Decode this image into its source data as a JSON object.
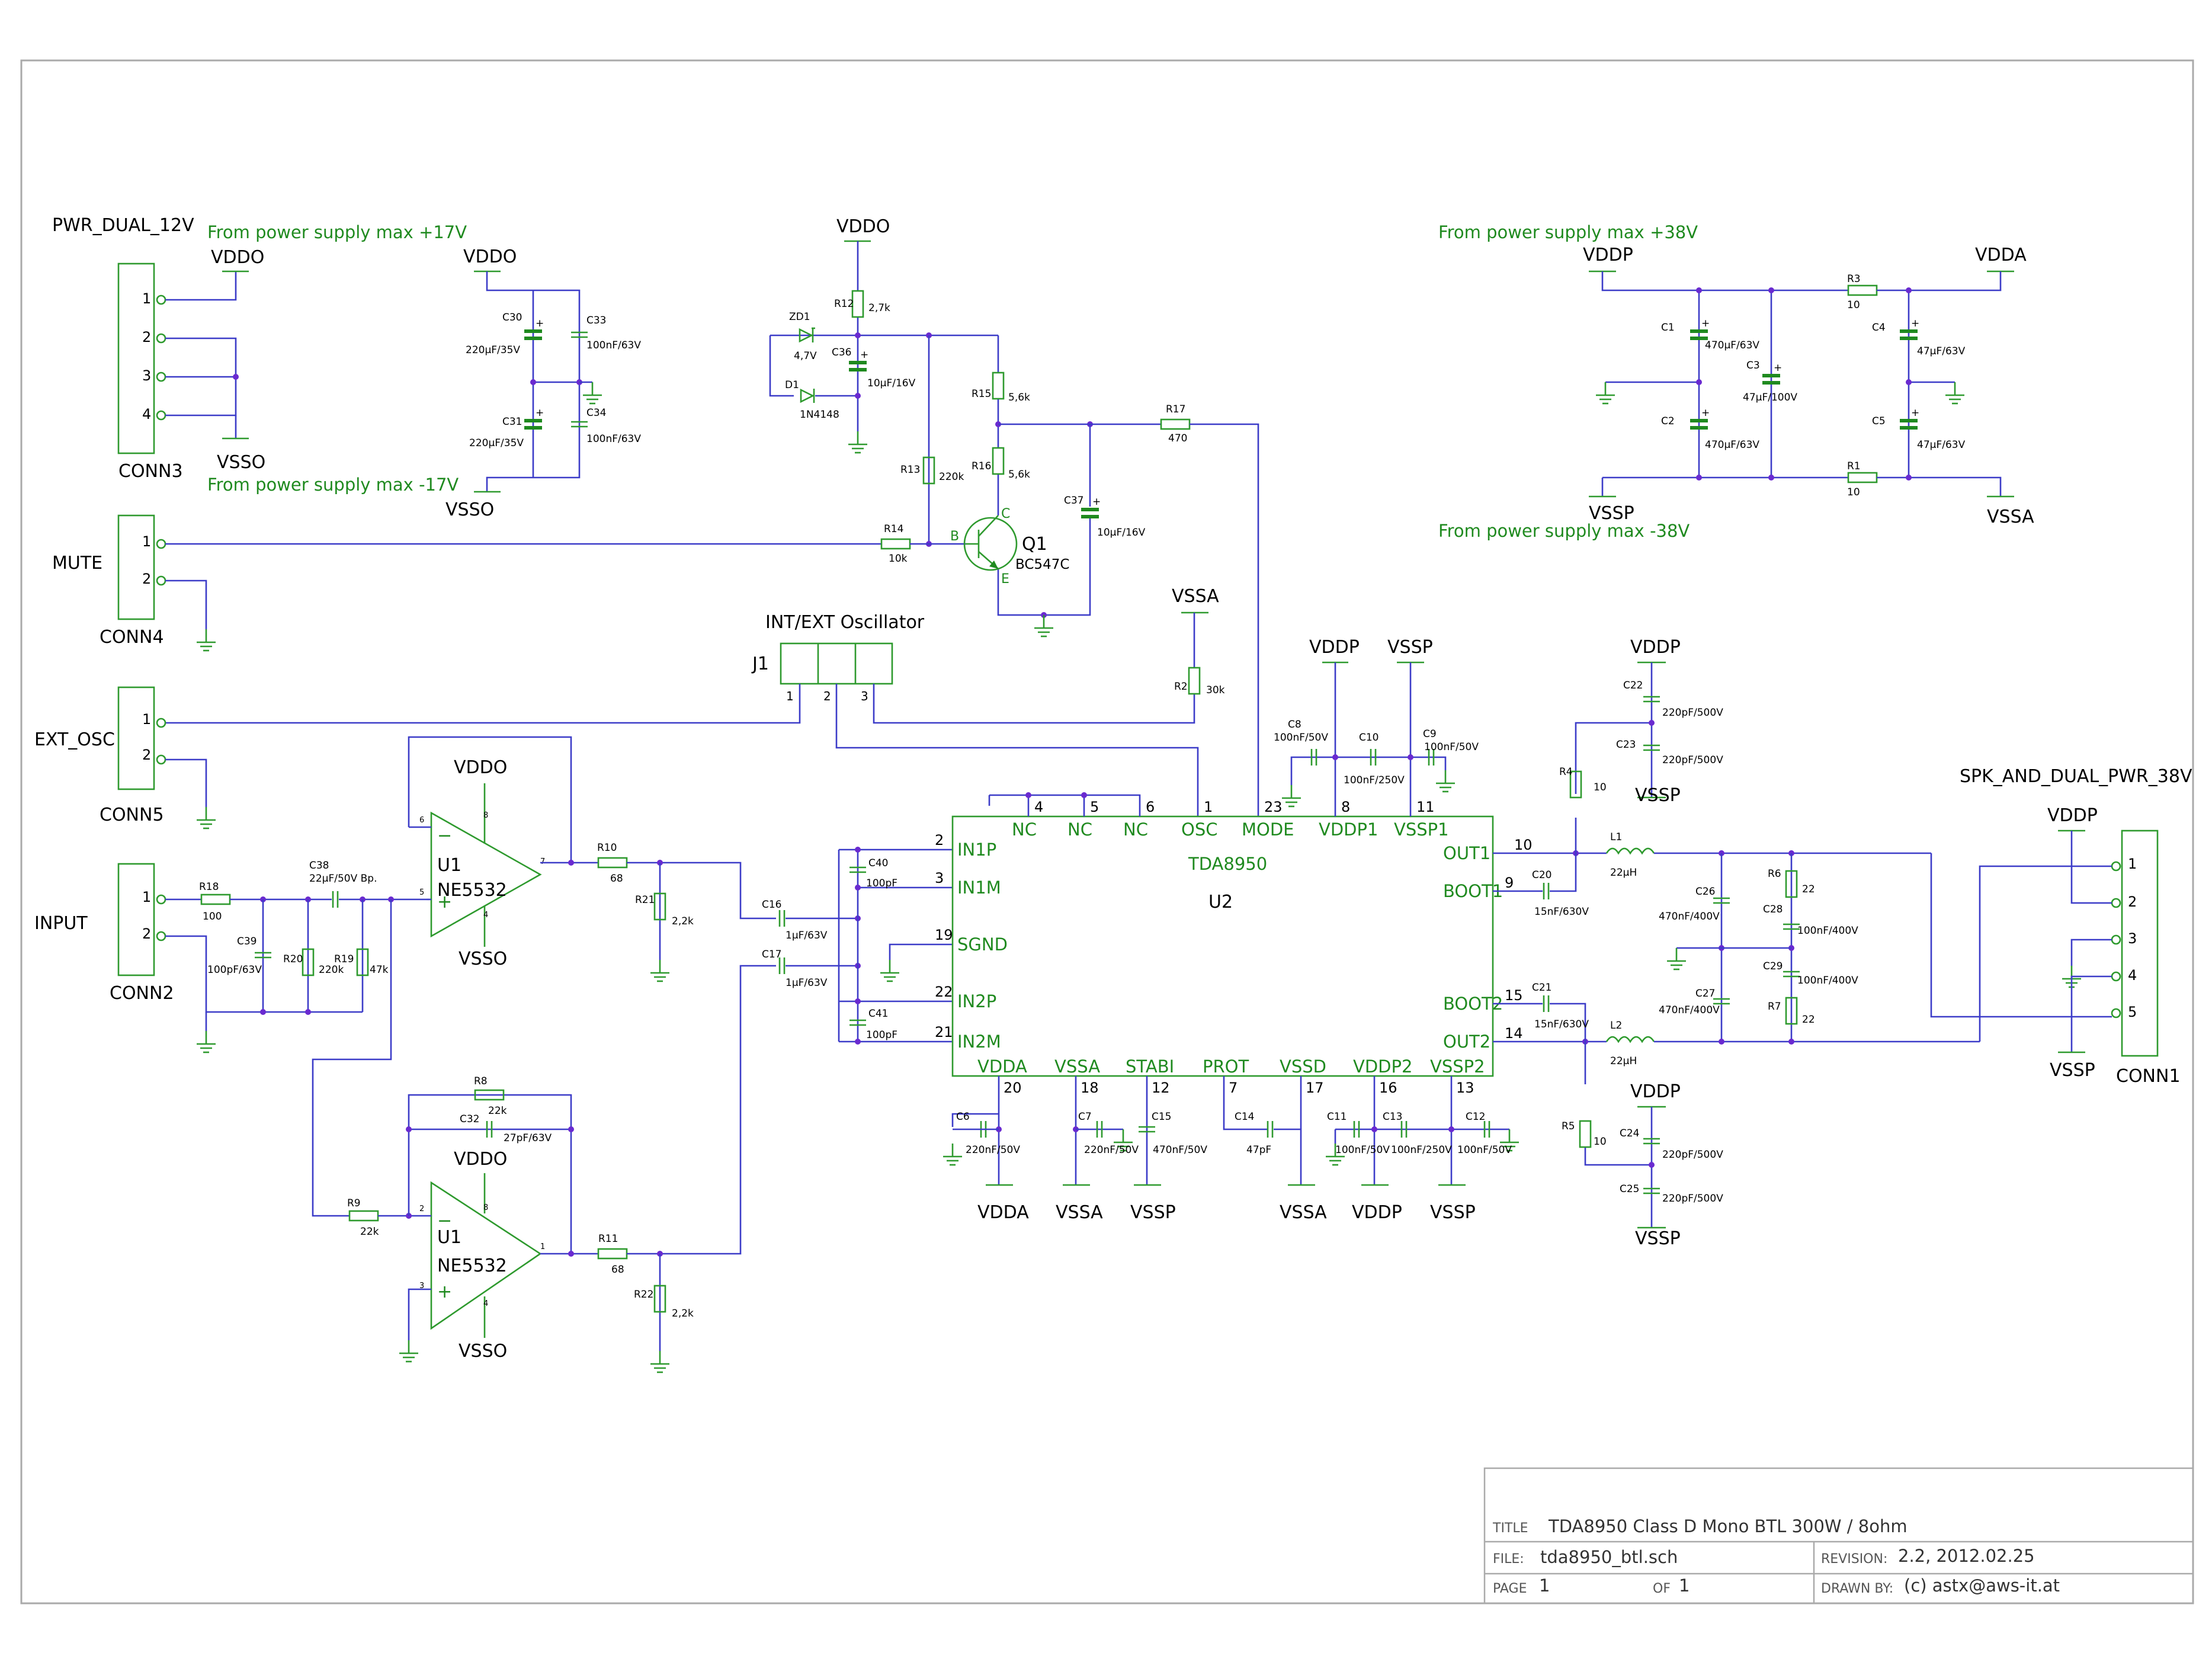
{
  "title_block": {
    "title_label": "TITLE",
    "title_value": "TDA8950 Class D Mono BTL 300W / 8ohm",
    "file_label": "FILE:",
    "file_value": "tda8950_btl.sch",
    "revision_label": "REVISION:",
    "revision_value": "2.2, 2012.02.25",
    "page_label": "PAGE",
    "page_value": "1",
    "of_label": "OF",
    "of_value": "1",
    "drawn_label": "DRAWN BY:",
    "drawn_value": "(c) astx@aws-it.at"
  },
  "notes": {
    "pos17": "From power supply max +17V",
    "neg17": "From power supply max -17V",
    "pos38": "From power supply max +38V",
    "neg38": "From power supply max -38V",
    "osc_title": "INT/EXT Oscillator"
  },
  "connectors": {
    "conn3_title": "PWR_DUAL_12V",
    "conn3": "CONN3",
    "conn4_title": "MUTE",
    "conn4": "CONN4",
    "conn5_title": "EXT_OSC",
    "conn5": "CONN5",
    "conn2_title": "INPUT",
    "conn2": "CONN2",
    "conn1_title": "SPK_AND_DUAL_PWR_38V",
    "conn1": "CONN1",
    "j1": "J1"
  },
  "power": {
    "vddo": "VDDO",
    "vsso": "VSSO",
    "vddp": "VDDP",
    "vssp": "VSSP",
    "vdda": "VDDA",
    "vssa": "VSSA"
  },
  "pin_numbers": {
    "p1": "1",
    "p2": "2",
    "p3": "3",
    "p4": "4",
    "p5": "5"
  },
  "ic": {
    "name": "TDA8950",
    "ref": "U2",
    "pins_top": [
      {
        "num": "4",
        "name": "NC"
      },
      {
        "num": "5",
        "name": "NC"
      },
      {
        "num": "6",
        "name": "NC"
      },
      {
        "num": "1",
        "name": "OSC"
      },
      {
        "num": "23",
        "name": "MODE"
      },
      {
        "num": "8",
        "name": "VDDP1"
      },
      {
        "num": "11",
        "name": "VSSP1"
      }
    ],
    "pins_left": [
      {
        "num": "2",
        "name": "IN1P"
      },
      {
        "num": "3",
        "name": "IN1M"
      },
      {
        "num": "19",
        "name": "SGND"
      },
      {
        "num": "22",
        "name": "IN2P"
      },
      {
        "num": "21",
        "name": "IN2M"
      }
    ],
    "pins_right": [
      {
        "num": "10",
        "name": "OUT1"
      },
      {
        "num": "9",
        "name": "BOOT1"
      },
      {
        "num": "15",
        "name": "BOOT2"
      },
      {
        "num": "14",
        "name": "OUT2"
      }
    ],
    "pins_bottom": [
      {
        "num": "20",
        "name": "VDDA"
      },
      {
        "num": "18",
        "name": "VSSA"
      },
      {
        "num": "12",
        "name": "STABI"
      },
      {
        "num": "7",
        "name": "PROT"
      },
      {
        "num": "17",
        "name": "VSSD"
      },
      {
        "num": "16",
        "name": "VDDP2"
      },
      {
        "num": "13",
        "name": "VSSP2"
      }
    ]
  },
  "opamp": {
    "ref": "U1",
    "part": "NE5532",
    "pin8": "8",
    "pin4": "4",
    "pin6": "6",
    "pin5": "5",
    "pin7": "7",
    "pin2": "2",
    "pin3": "3",
    "pin1": "1"
  },
  "transistor": {
    "ref": "Q1",
    "part": "BC547C",
    "b": "B",
    "c": "C",
    "e": "E"
  },
  "components": {
    "C30": "C30",
    "C30v": "220µF/35V",
    "C31": "C31",
    "C31v": "220µF/35V",
    "C33": "C33",
    "C33v": "100nF/63V",
    "C34": "C34",
    "C34v": "100nF/63V",
    "R12": "R12",
    "R12v": "2,7k",
    "ZD1": "ZD1",
    "ZD1v": "4,7V",
    "D1": "D1",
    "D1v": "1N4148",
    "C36": "C36",
    "C36v": "10µF/16V",
    "R15": "R15",
    "R15v": "5,6k",
    "R16": "R16",
    "R16v": "5,6k",
    "R13": "R13",
    "R13v": "220k",
    "R14": "R14",
    "R14v": "10k",
    "R17": "R17",
    "R17v": "470",
    "C37": "C37",
    "C37v": "10µF/16V",
    "R2": "R2",
    "R2v": "30k",
    "C1": "C1",
    "C1v": "470µF/63V",
    "C2": "C2",
    "C2v": "470µF/63V",
    "C3": "C3",
    "C3v": "47µF/100V",
    "C4": "C4",
    "C4v": "47µF/63V",
    "C5": "C5",
    "C5v": "47µF/63V",
    "R3": "R3",
    "R3v": "10",
    "R1": "R1",
    "R1v": "10",
    "C8": "C8",
    "C8v": "100nF/50V",
    "C10": "C10",
    "C10v": "100nF/250V",
    "C9": "C9",
    "C9v": "100nF/50V",
    "C22": "C22",
    "C22v": "220pF/500V",
    "C23": "C23",
    "C23v": "220pF/500V",
    "R4": "R4",
    "R4v": "10",
    "L1": "L1",
    "L1v": "22µH",
    "C20": "C20",
    "C20v": "15nF/630V",
    "C26": "C26",
    "C26v": "470nF/400V",
    "R6": "R6",
    "R6v": "22",
    "C28": "C28",
    "C28v": "100nF/400V",
    "C29": "C29",
    "C29v": "100nF/400V",
    "C27": "C27",
    "C27v": "470nF/400V",
    "R7": "R7",
    "R7v": "22",
    "C21": "C21",
    "C21v": "15nF/630V",
    "L2": "L2",
    "L2v": "22µH",
    "R5": "R5",
    "R5v": "10",
    "C24": "C24",
    "C24v": "220pF/500V",
    "C25": "C25",
    "C25v": "220pF/500V",
    "R18": "R18",
    "R18v": "100",
    "C38": "C38",
    "C38v": "22µF/50V Bp.",
    "C39": "C39",
    "C39v": "100pF/63V",
    "R20": "R20",
    "R20v": "220k",
    "R19": "R19",
    "R19v": "47k",
    "R10": "R10",
    "R10v": "68",
    "R21": "R21",
    "R21v": "2,2k",
    "C16": "C16",
    "C16v": "1µF/63V",
    "C17": "C17",
    "C17v": "1µF/63V",
    "C40": "C40",
    "C40v": "100pF",
    "C41": "C41",
    "C41v": "100pF",
    "R8": "R8",
    "R8v": "22k",
    "C32": "C32",
    "C32v": "27pF/63V",
    "R9": "R9",
    "R9v": "22k",
    "R11": "R11",
    "R11v": "68",
    "R22": "R22",
    "R22v": "2,2k",
    "C6": "C6",
    "C6v": "220nF/50V",
    "C7": "C7",
    "C7v": "220nF/50V",
    "C15": "C15",
    "C15v": "470nF/50V",
    "C14": "C14",
    "C14v": "47pF",
    "C11": "C11",
    "C11v": "100nF/50V",
    "C13": "C13",
    "C13v": "100nF/250V",
    "C12": "C12",
    "C12v": "100nF/50V"
  }
}
